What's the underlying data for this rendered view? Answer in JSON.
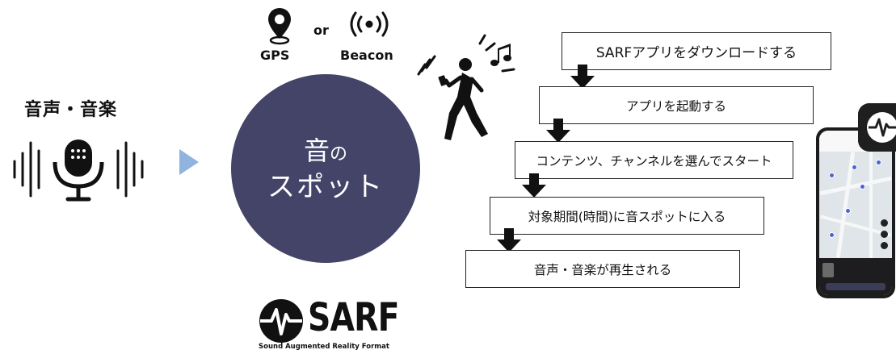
{
  "source": {
    "label": "音声・音楽"
  },
  "spot": {
    "line1_main": "音",
    "line1_small": "の",
    "line2": "スポット"
  },
  "triggers": {
    "gps_label": "GPS",
    "or_label": "or",
    "beacon_label": "Beacon"
  },
  "logo": {
    "word": "SARF",
    "tagline": "Sound Augmented Reality Format"
  },
  "steps": [
    {
      "label": "SARFアプリをダウンロードする"
    },
    {
      "label": "アプリを起動する"
    },
    {
      "label": "コンテンツ、チャンネルを選んでスタート"
    },
    {
      "label": "対象期間(時間)に音スポットに入る"
    },
    {
      "label": "音声・音楽が再生される"
    }
  ],
  "colors": {
    "circle": "#434468",
    "accent_arrow": "#8fb4e0",
    "text": "#111111"
  },
  "icons": [
    "microphone-waveform-icon",
    "play-arrow-icon",
    "map-pin-icon",
    "beacon-signal-icon",
    "walking-person-icon",
    "down-arrow-icon",
    "sarf-logo-icon",
    "phone-app-icon"
  ]
}
